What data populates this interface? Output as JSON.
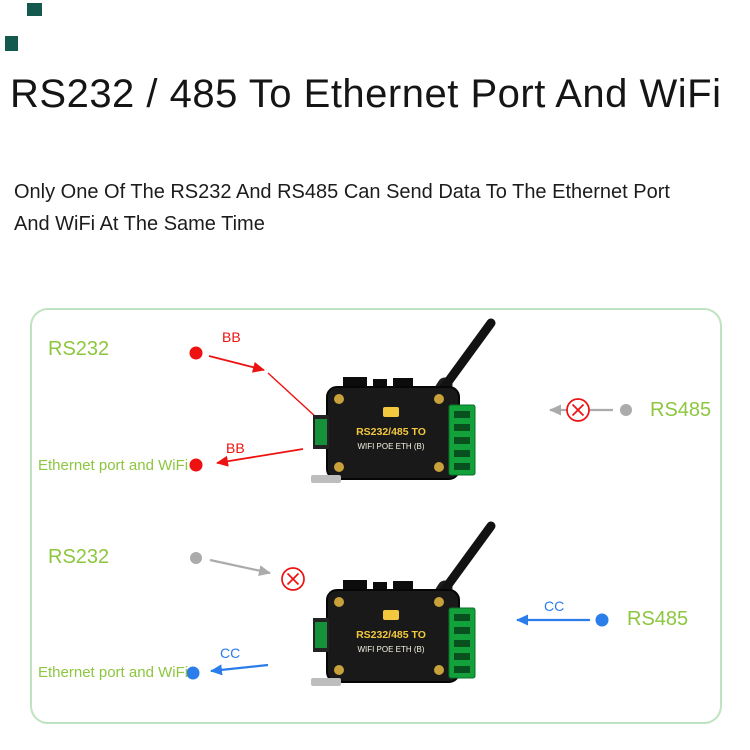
{
  "page": {
    "title": "RS232 / 485 To Ethernet Port And WiFi",
    "subtitle_line1": "Only One Of The RS232 And RS485 Can Send Data To The Ethernet Port",
    "subtitle_line2": "And WiFi At The Same Time"
  },
  "device": {
    "line1": "RS232/485 TO",
    "line2": "WIFI POE ETH (B)"
  },
  "top_diagram": {
    "rs232_label": "RS232",
    "rs485_label": "RS485",
    "ethernet_label": "Ethernet port and WiFi",
    "in_tag": "BB",
    "out_tag": "BB"
  },
  "bottom_diagram": {
    "rs232_label": "RS232",
    "rs485_label": "RS485",
    "ethernet_label": "Ethernet port and WiFi",
    "in_tag": "CC",
    "out_tag": "CC"
  },
  "colors": {
    "label_green": "#8dc63f",
    "active_red": "#ee1111",
    "active_blue": "#2b7de9",
    "inactive_gray": "#ababab",
    "box_border_green": "#bfe2c0",
    "device_text_yellow": "#f2c83e"
  }
}
